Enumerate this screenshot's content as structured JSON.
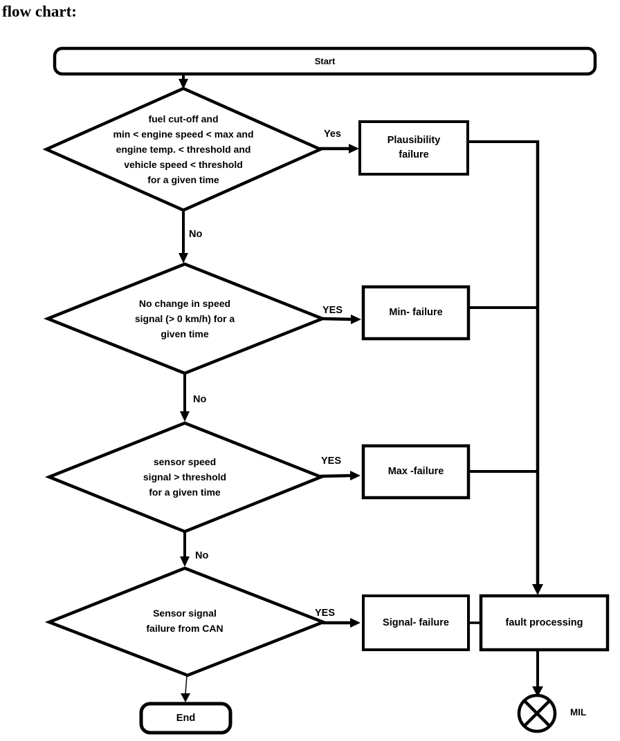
{
  "page": {
    "title": "flow chart:"
  },
  "flowchart": {
    "nodes": {
      "start": {
        "label": "Start"
      },
      "decision1": {
        "label": "fuel cut-off and\nmin < engine speed < max and\nengine temp. < threshold and\nvehicle speed < threshold\nfor a given time"
      },
      "decision2": {
        "label": "No change in speed\nsignal (> 0 km/h) for a\ngiven time"
      },
      "decision3": {
        "label": "sensor speed\nsignal  > threshold\nfor a given time"
      },
      "decision4": {
        "label": "Sensor signal\nfailure from CAN"
      },
      "plausibility_failure": {
        "label": "Plausibility\nfailure"
      },
      "min_failure": {
        "label": "Min- failure"
      },
      "max_failure": {
        "label": "Max -failure"
      },
      "signal_failure": {
        "label": "Signal- failure"
      },
      "fault_processing": {
        "label": "fault processing"
      },
      "end": {
        "label": "End"
      },
      "mil": {
        "label": "MIL"
      }
    },
    "edge_labels": {
      "d1_yes": "Yes",
      "d1_no": "No",
      "d2_yes": "YES",
      "d2_no": "No",
      "d3_yes": "YES",
      "d3_no": "No",
      "d4_yes": "YES"
    },
    "colors": {
      "ink": "#000000",
      "background": "#ffffff"
    }
  }
}
